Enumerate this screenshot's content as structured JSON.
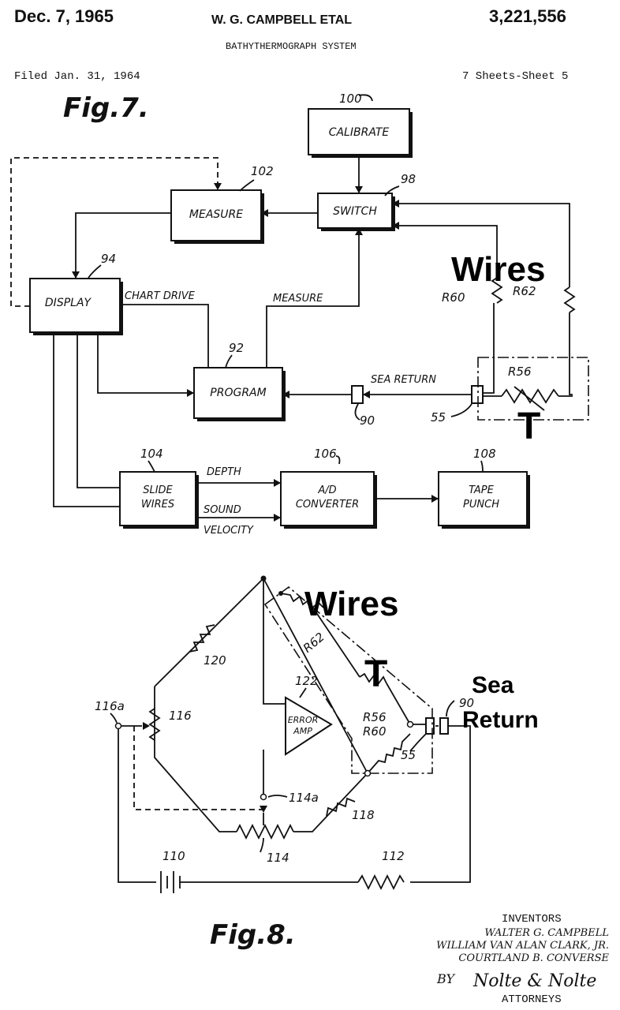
{
  "header": {
    "date": "Dec. 7, 1965",
    "inventor_line": "W. G. CAMPBELL ETAL",
    "patent_number": "3,221,556",
    "title": "BATHYTHERMOGRAPH SYSTEM",
    "filed": "Filed Jan. 31, 1964",
    "sheets": "7 Sheets-Sheet 5"
  },
  "fig7": {
    "label": "Fig.7.",
    "blocks": {
      "calibrate": "CALIBRATE",
      "switch": "SWITCH",
      "measure": "MEASURE",
      "display": "DISPLAY",
      "program": "PROGRAM",
      "slide_wires": [
        "SLIDE",
        "WIRES"
      ],
      "ad_converter": [
        "A/D",
        "CONVERTER"
      ],
      "tape_punch": [
        "TAPE",
        "PUNCH"
      ]
    },
    "refs": {
      "calibrate": "100",
      "switch": "98",
      "measure": "102",
      "display": "94",
      "program": "92",
      "slide_wires": "104",
      "ad_converter": "106",
      "tape_punch": "108",
      "connector_90": "90",
      "connector_55": "55",
      "r60": "R60",
      "r62": "R62",
      "r56": "R56"
    },
    "signals": {
      "chart_drive": "CHART DRIVE",
      "measure": "MEASURE",
      "sea_return": "SEA RETURN",
      "depth": "DEPTH",
      "sound": "SOUND",
      "velocity": "VELOCITY"
    },
    "overlay": {
      "wires": "Wires",
      "t": "T"
    }
  },
  "fig8": {
    "label": "Fig.8.",
    "refs": {
      "r120": "120",
      "r62": "R62",
      "error_amp_ref": "122",
      "error_amp": [
        "ERROR",
        "AMP"
      ],
      "r116a": "116a",
      "r116": "116",
      "r56": "R56",
      "r60": "R60",
      "r55": "55",
      "r90": "90",
      "r114a": "114a",
      "r118": "118",
      "r114": "114",
      "battery": "110",
      "r112": "112"
    },
    "overlay": {
      "wires": "Wires",
      "t": "T",
      "sea_return": [
        "Sea",
        "Return"
      ]
    }
  },
  "inventors": {
    "heading": "INVENTORS",
    "names": [
      "WALTER G. CAMPBELL",
      "WILLIAM VAN ALAN CLARK, JR.",
      "COURTLAND B. CONVERSE"
    ],
    "by": "BY",
    "attorney_signature": "Nolte & Nolte",
    "attorneys": "ATTORNEYS"
  }
}
